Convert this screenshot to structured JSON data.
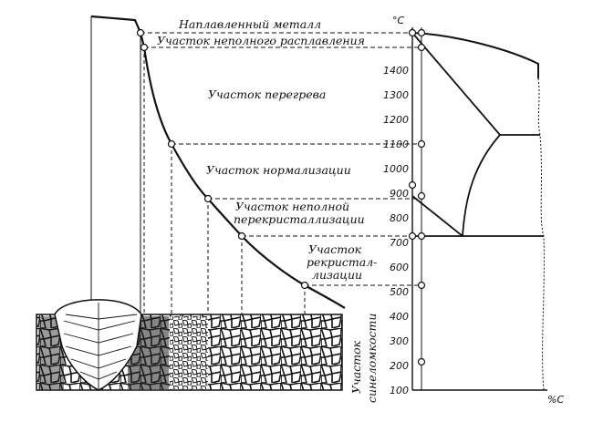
{
  "zones": [
    "Наплавленный металл",
    "Участок неполного расплавления",
    "Участок перегрева",
    "Участок нормализации",
    "Участок неполной",
    "перекристаллизации",
    "Участок",
    "рекристал-",
    "лизации",
    "Участок",
    "синеломкости"
  ],
  "axis": {
    "unit_top": "°C",
    "unit_bottom": "%C",
    "ticks": [
      1400,
      1300,
      1200,
      1100,
      1000,
      900,
      800,
      700,
      600,
      500,
      400,
      300,
      200,
      100
    ]
  }
}
